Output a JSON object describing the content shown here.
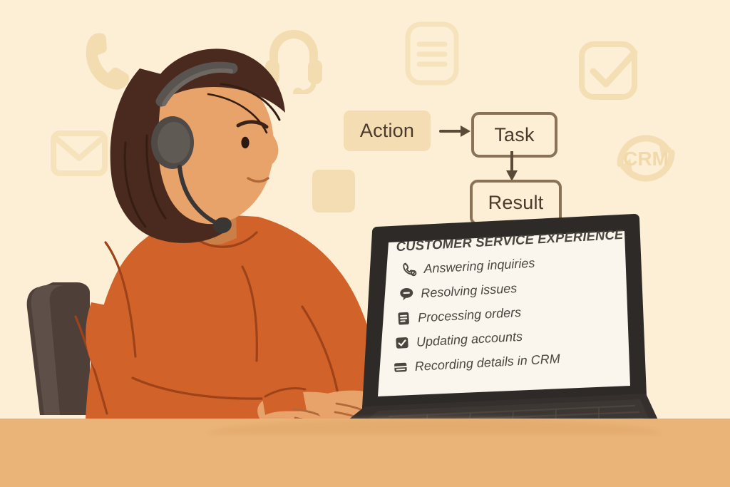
{
  "scene": {
    "title": "Customer service representative at laptop",
    "colors": {
      "wall": "#FCEFD6",
      "desk": "#EAB478",
      "accent_tan": "#F4DDB2",
      "decor_icon": "#F4DEB4",
      "sweater": "#D1622A",
      "sweater_line": "#9E4319",
      "skin": "#E8A36B",
      "hair": "#4A2A1E",
      "headset": "#5A5450",
      "laptop_body": "#2E2A28",
      "screen": "#FAF6ED",
      "text_dark": "#4B4540",
      "flow_border": "#8A7256",
      "chair": "#57483F"
    }
  },
  "flow": {
    "action_label": "Action",
    "task_label": "Task",
    "result_label": "Result",
    "arrow_right": "→",
    "arrow_down": "↓"
  },
  "decor_icons": [
    {
      "name": "phone-handset-icon",
      "label": "phone"
    },
    {
      "name": "envelope-icon",
      "label": "email"
    },
    {
      "name": "headset-icon",
      "label": "headset"
    },
    {
      "name": "document-lines-icon",
      "label": "document"
    },
    {
      "name": "checkbox-check-icon",
      "label": "checkbox"
    },
    {
      "name": "crm-sync-icon",
      "label": "CRM"
    },
    {
      "name": "rounded-square-icon",
      "label": "square"
    }
  ],
  "crm_icon_label": "CRM",
  "screen": {
    "title": "CUSTOMER SERVICE EXPERIENCE",
    "items": [
      {
        "icon": "phone-icon",
        "text": "Answering inquiries"
      },
      {
        "icon": "speech-bubble-icon",
        "text": "Resolving issues"
      },
      {
        "icon": "document-icon",
        "text": "Processing orders"
      },
      {
        "icon": "checkbox-icon",
        "text": "Updating accounts"
      },
      {
        "icon": "card-icon",
        "text": "Recording details in CRM"
      }
    ]
  }
}
